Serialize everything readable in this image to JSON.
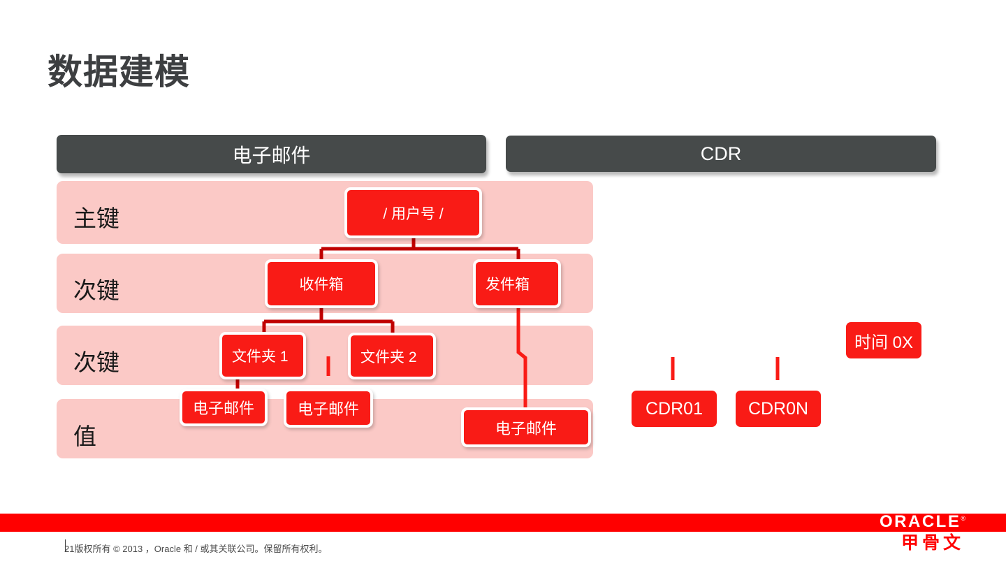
{
  "slide": {
    "title": "数据建模",
    "background": "#ffffff",
    "title_color": "#3d3f41"
  },
  "colors": {
    "header_bar": "#464a4a",
    "row_pink": "#fbc9c6",
    "node_red": "#f91b16",
    "footer_red": "#ff0000",
    "connector_red": "#c00000",
    "node_text": "#ffffff"
  },
  "sections": [
    {
      "name": "email",
      "label": "电子邮件"
    },
    {
      "name": "cdr",
      "label": "CDR"
    }
  ],
  "key_rows": [
    {
      "label": "主键"
    },
    {
      "label": "次键"
    },
    {
      "label": "次键"
    },
    {
      "label": "值"
    }
  ],
  "email_tree": {
    "primary_key": {
      "label": "/ 用户号 /",
      "align": "center"
    },
    "secondary_keys": [
      {
        "label": "收件箱",
        "align": "center"
      },
      {
        "label": "发件箱",
        "align": "left"
      }
    ],
    "folders": [
      {
        "label": "文件夹 1",
        "align": "left"
      },
      {
        "label": "文件夹 2",
        "align": "left"
      }
    ],
    "values": [
      {
        "label": "电子邮件",
        "align": "center"
      },
      {
        "label": "电子邮件",
        "align": "center"
      },
      {
        "label": "电子邮件",
        "align": "center"
      }
    ]
  },
  "cdr_items": [
    {
      "label": "CDR01"
    },
    {
      "label": "CDR0N"
    },
    {
      "label": "时间 0X"
    }
  ],
  "footer": {
    "copyright": "21版权所有 © 2013 ，Oracle 和 / 或其关联公司。保留所有权利。",
    "brand": "ORACLE",
    "brand_trademark": "®",
    "brand_cn": "甲骨文"
  }
}
